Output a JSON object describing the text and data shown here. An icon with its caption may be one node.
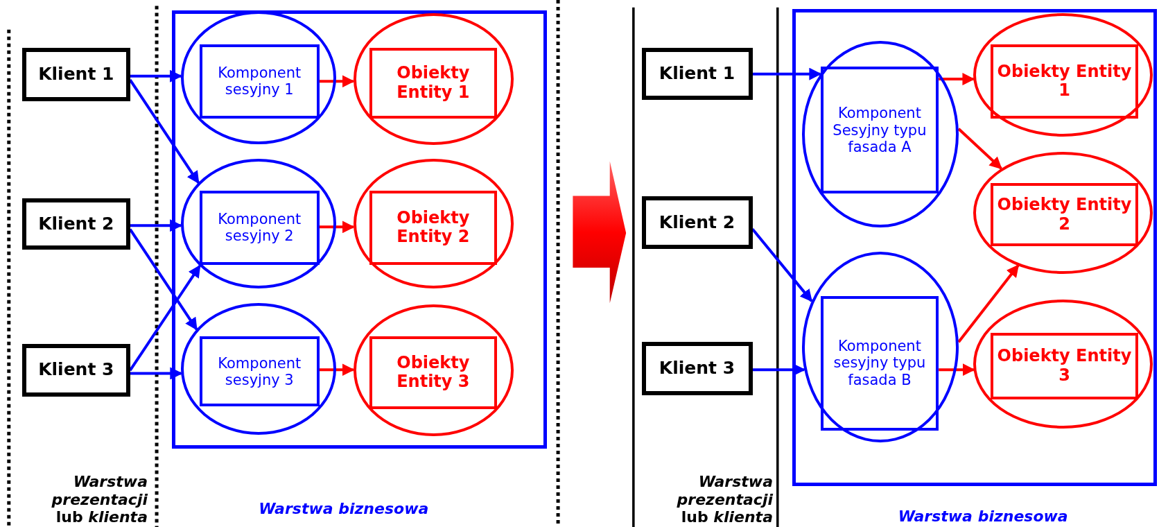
{
  "diagram": {
    "nodes": [
      {
        "text": [],
        "shape": "box"
      },
      {
        "text": [
          "Klient 1"
        ]
      },
      {
        "text": [
          "Klient 2"
        ]
      },
      {
        "text": [
          "Klient 3"
        ]
      },
      {
        "text": [],
        "shape": "circle",
        "in": 0
      },
      {
        "text": [
          "Komponent sesyjny 1"
        ],
        "in": 4
      },
      {
        "text": [],
        "shape": "circle",
        "in": 0
      },
      {
        "text": [
          "Obiekty Entity 1"
        ],
        "in": 6
      },
      {
        "text": [],
        "shape": "circle",
        "in": 0
      },
      {
        "text": [
          "Komponent sesyjny 2"
        ],
        "in": 8
      },
      {
        "text": [],
        "shape": "circle",
        "in": 0
      },
      {
        "text": [
          "Obiekty Entity 2"
        ],
        "in": 10
      },
      {
        "text": [],
        "shape": "circle",
        "in": 0
      },
      {
        "text": [
          "Komponent sesyjny 3"
        ],
        "in": 12
      },
      {
        "text": [],
        "shape": "circle",
        "in": 0
      },
      {
        "text": [
          "Obiekty Entity 3"
        ],
        "in": 14
      },
      {
        "text": [],
        "shape": "box"
      },
      {
        "text": [
          "Klient 1"
        ]
      },
      {
        "text": [
          "Klient 2"
        ]
      },
      {
        "text": [
          "Klient 3"
        ]
      },
      {
        "text": [],
        "shape": "circle",
        "in": 16
      },
      {
        "text": [
          "Komponent Sesyjny typu fasada A"
        ],
        "in": 20
      },
      {
        "text": [],
        "shape": "circle",
        "in": 16
      },
      {
        "text": [
          "Komponent sesyjny typu fasada B"
        ],
        "in": 22
      },
      {
        "text": [],
        "shape": "circle",
        "in": 16
      },
      {
        "text": [
          "Obiekty Entity 1"
        ],
        "in": 24
      },
      {
        "text": [],
        "shape": "circle",
        "in": 16
      },
      {
        "text": [
          "Obiekty Entity 2"
        ],
        "in": 26
      },
      {
        "text": [],
        "shape": "circle",
        "in": 16
      },
      {
        "text": [
          "Obiekty Entity 3"
        ],
        "in": 28
      }
    ],
    "edges": [
      {
        "from": 1,
        "to": 4,
        "arrow": "to"
      },
      {
        "from": 1,
        "to": 8,
        "arrow": "to"
      },
      {
        "from": 2,
        "to": 8,
        "arrow": "to"
      },
      {
        "from": 2,
        "to": 12,
        "arrow": "to"
      },
      {
        "from": 3,
        "to": 8,
        "arrow": "to"
      },
      {
        "from": 3,
        "to": 12,
        "arrow": "to"
      },
      {
        "from": 5,
        "to": 6,
        "arrow": "to",
        "color": "#ff0000"
      },
      {
        "from": 9,
        "to": 10,
        "arrow": "to",
        "color": "#ff0000"
      },
      {
        "from": 13,
        "to": 14,
        "arrow": "to",
        "color": "#ff0000"
      },
      {
        "from": 17,
        "to": 20,
        "arrow": "to"
      },
      {
        "from": 18,
        "to": 22,
        "arrow": "to"
      },
      {
        "from": 19,
        "to": 22,
        "arrow": "to"
      },
      {
        "from": 21,
        "to": 24,
        "arrow": "to",
        "color": "#ff0000"
      },
      {
        "from": 20,
        "to": 26,
        "arrow": "to",
        "color": "#ff0000"
      },
      {
        "from": 22,
        "to": 26,
        "arrow": "to",
        "color": "#ff0000"
      },
      {
        "from": 23,
        "to": 28,
        "arrow": "to",
        "color": "#ff0000"
      }
    ],
    "labels": [
      "*Warstwa prezentacji* lub *klienta*",
      "Warstwa biznesowa",
      "*Warstwa prezentacji* lub *klienta*",
      "Warstwa biznesowa"
    ]
  }
}
